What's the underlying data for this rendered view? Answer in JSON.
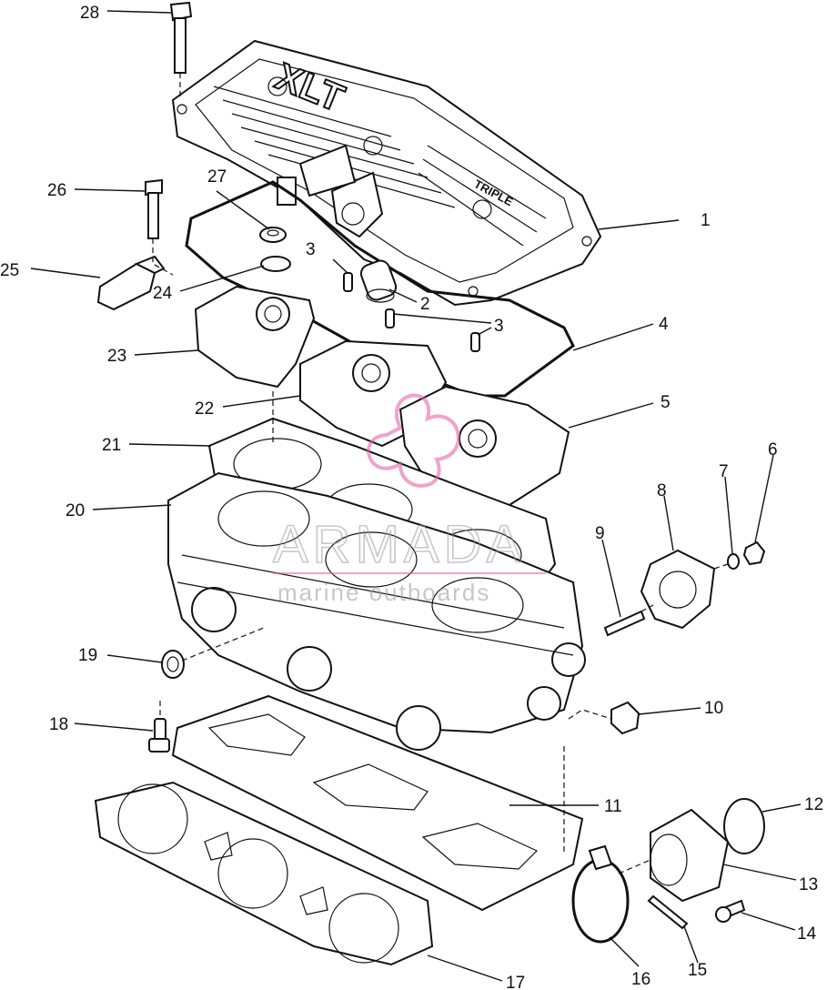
{
  "callouts": [
    "1",
    "2",
    "3",
    "3",
    "4",
    "5",
    "6",
    "7",
    "8",
    "9",
    "10",
    "11",
    "12",
    "13",
    "14",
    "15",
    "16",
    "17",
    "18",
    "19",
    "20",
    "21",
    "22",
    "23",
    "24",
    "25",
    "26",
    "27",
    "28"
  ],
  "cover_text": {
    "model": "XLT",
    "tagline": "TRIPLE"
  },
  "watermark": {
    "brand": "ARMADA",
    "sub": "marine outboards"
  },
  "colors": {
    "line": "#111111",
    "watermark": "#9a9a9a",
    "logo": "#e25aa0"
  }
}
